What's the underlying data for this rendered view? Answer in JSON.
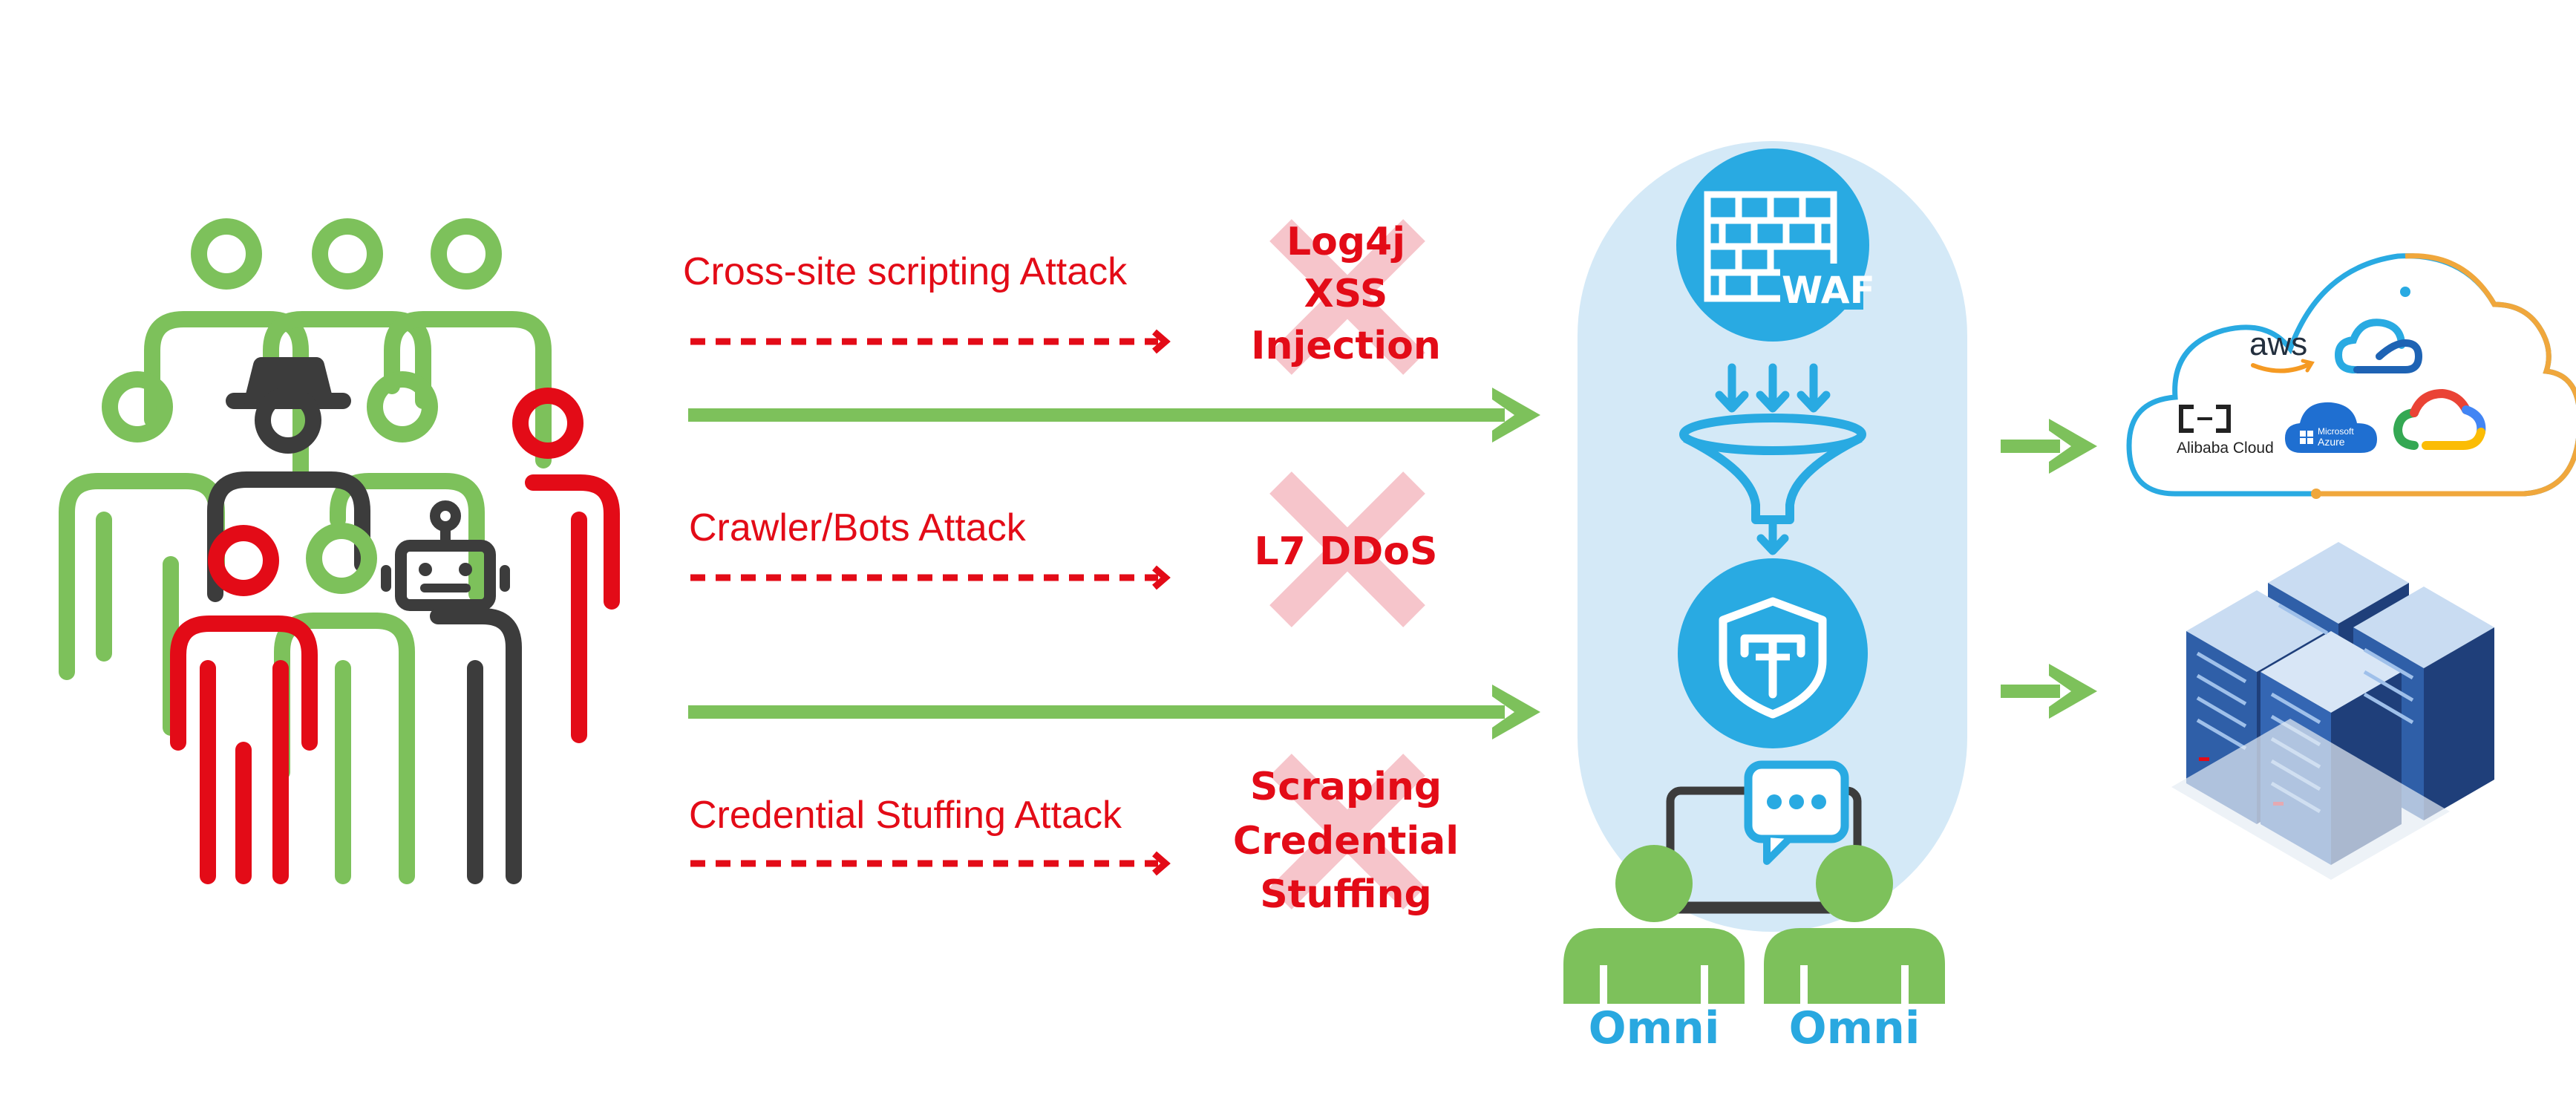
{
  "attacks": [
    {
      "label": "Cross-site scripting Attack"
    },
    {
      "label": "Crawler/Bots Attack"
    },
    {
      "label": "Credential Stuffing Attack"
    }
  ],
  "blocked": [
    {
      "lines": [
        "Log4j",
        "XSS",
        "Injection"
      ]
    },
    {
      "lines": [
        "L7 DDoS"
      ]
    },
    {
      "lines": [
        "Scraping",
        "Credential",
        "Stuffing"
      ]
    }
  ],
  "waf": {
    "label": "WAF"
  },
  "operators": [
    {
      "label": "Omni"
    },
    {
      "label": "Omni"
    }
  ],
  "cloud_providers": {
    "aws": "aws",
    "alibaba": "Alibaba Cloud",
    "azure_line1": "Microsoft",
    "azure_line2": "Azure"
  },
  "colors": {
    "attack_red": "#e30b17",
    "traffic_green": "#7dc15b",
    "shield_blue": "#29aae2",
    "capsule_blue": "#d4e9f7",
    "cross_pink": "#f6c5cb",
    "server_blue": "#2f5fa8"
  },
  "icons": [
    "crowd-icon",
    "hacker-icon",
    "robot-icon",
    "firewall-icon",
    "funnel-icon",
    "shield-icon",
    "laptop-chat-icon",
    "cloud-icon",
    "server-rack-icon"
  ]
}
